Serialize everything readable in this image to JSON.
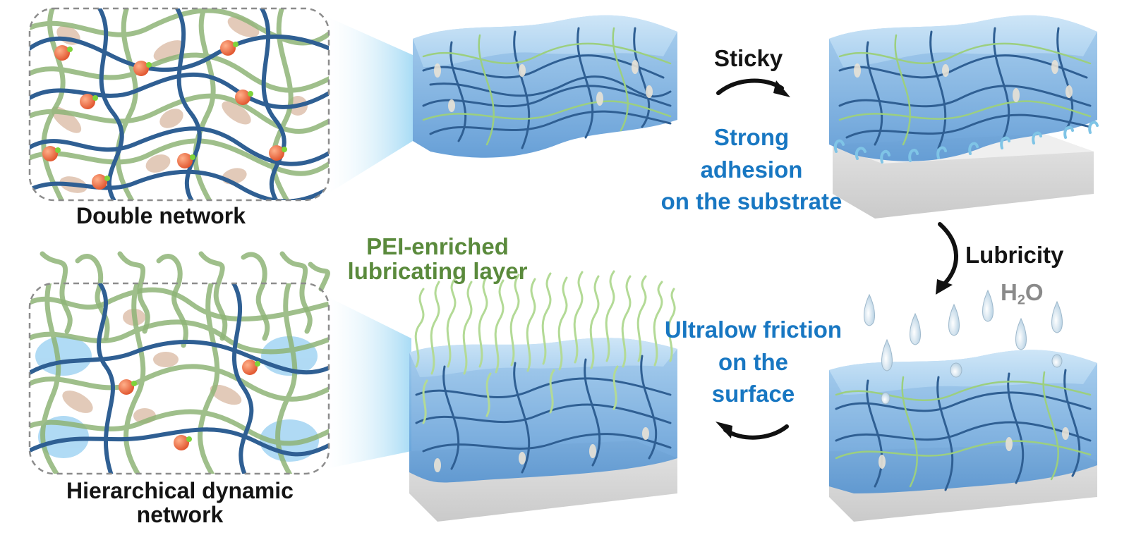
{
  "panels": {
    "double_network": {
      "caption": "Double network"
    },
    "hierarchical_network": {
      "caption_line1": "Hierarchical dynamic",
      "caption_line2": "network"
    }
  },
  "labels": {
    "pei_line1": "PEI-enriched",
    "pei_line2": "lubricating layer",
    "sticky": "Sticky",
    "adhesion_line1": "Strong",
    "adhesion_line2": "adhesion",
    "adhesion_line3": "on the substrate",
    "lubricity": "Lubricity",
    "water_h": "H",
    "water_sub": "2",
    "water_o": "O",
    "friction_line1": "Ultralow friction",
    "friction_line2": "on the",
    "friction_line3": "surface"
  },
  "colors": {
    "network_blue": "#2f5f93",
    "chain_green": "#8fb477",
    "text_blue": "#1877c2",
    "text_green": "#5a8a3c",
    "particle_orange": "#e8643c",
    "particle_dot": "#7fd33a",
    "wedge_tan": "#d7b49c",
    "cloud_blue": "#7cc3ee",
    "gel_blue": "#6aa8dc",
    "substrate_grey": "#d8d8d8"
  }
}
